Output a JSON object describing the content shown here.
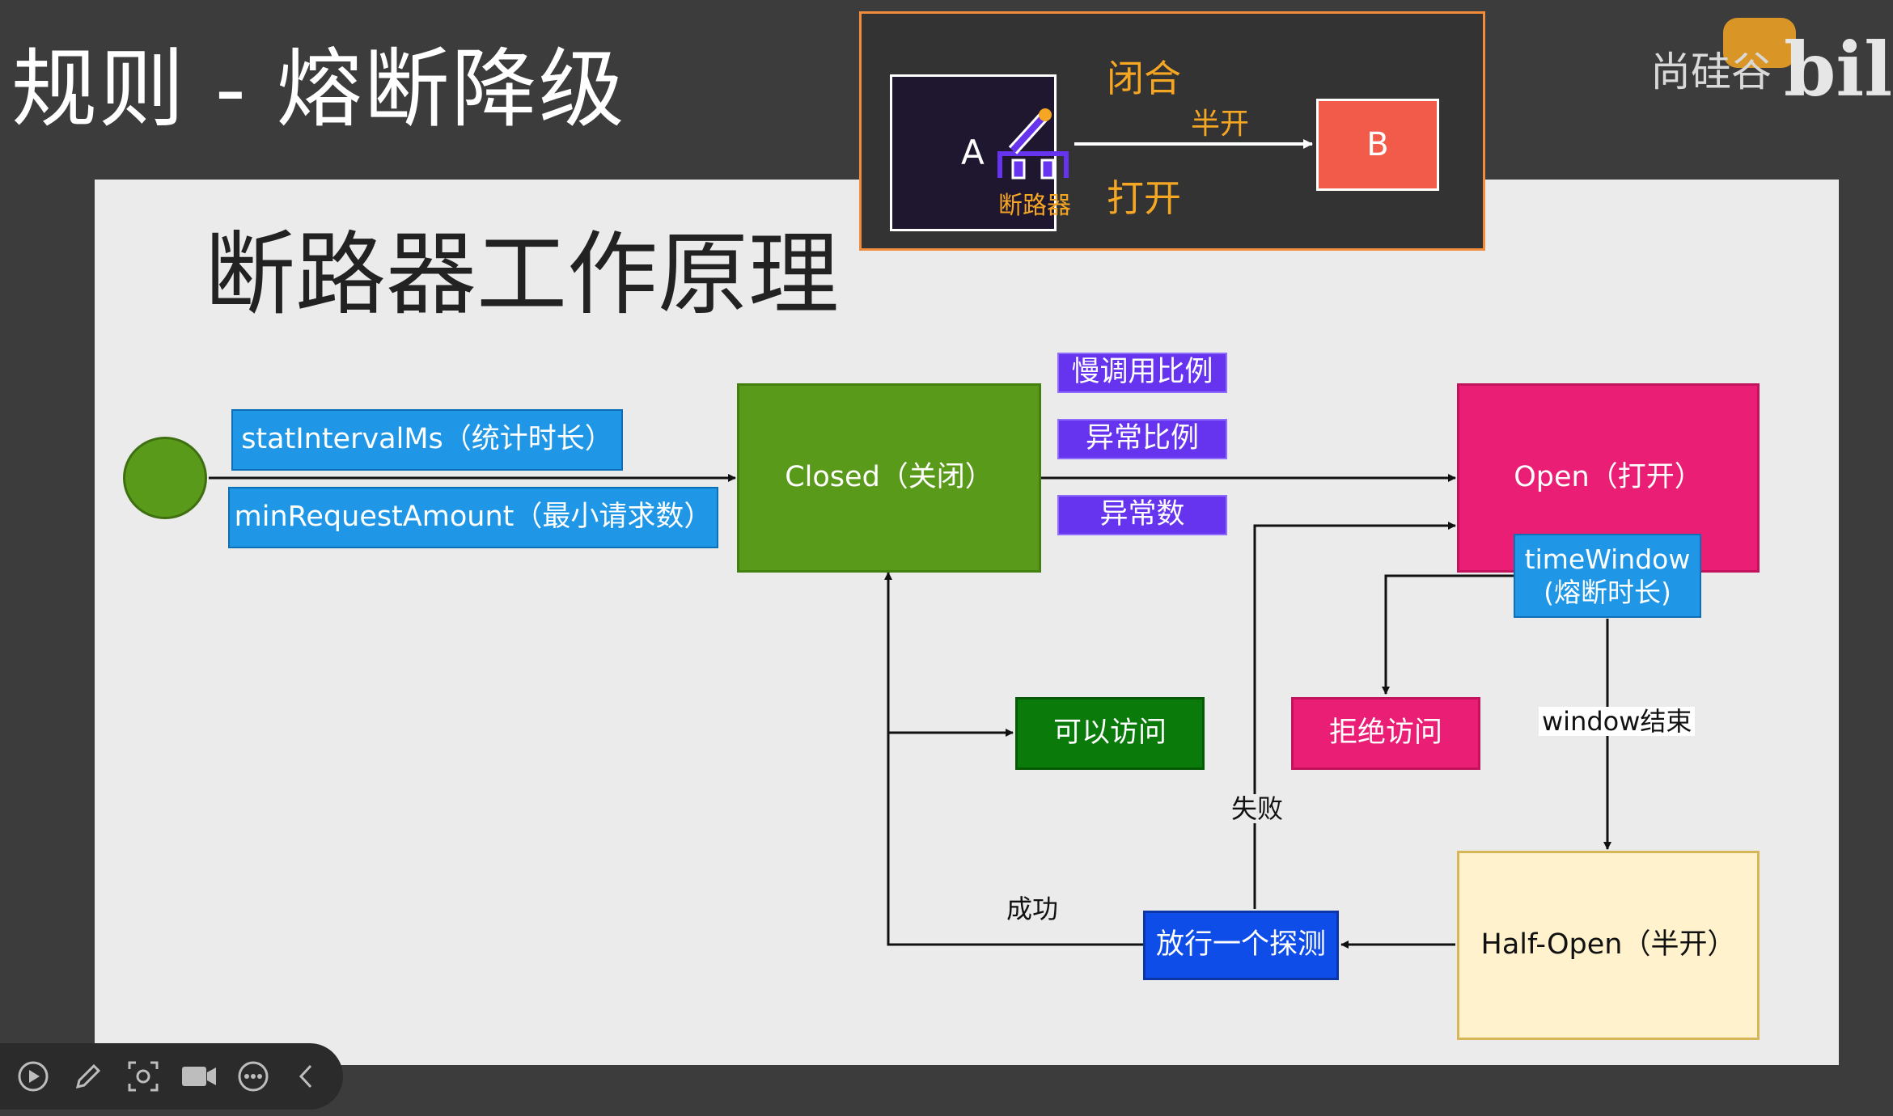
{
  "slide": {
    "title": "规则 - 熔断降级",
    "brand": "尚硅谷"
  },
  "diagram": {
    "title": "断路器工作原理",
    "params": {
      "stat_interval": "statIntervalMs（统计时长）",
      "min_request": "minRequestAmount（最小请求数）"
    },
    "states": {
      "closed": "Closed（关闭）",
      "open": "Open（打开）",
      "half_open": "Half-Open（半开）"
    },
    "conditions": [
      "慢调用比例",
      "异常比例",
      "异常数"
    ],
    "time_window": {
      "line1": "timeWindow",
      "line2": "(熔断时长)"
    },
    "outcomes": {
      "allow": "可以访问",
      "reject": "拒绝访问",
      "probe": "放行一个探测"
    },
    "edge_labels": {
      "window_end": "window结束",
      "fail": "失败",
      "success": "成功"
    }
  },
  "inset": {
    "a": "A",
    "b": "B",
    "breaker": "断路器",
    "closed": "闭合",
    "half": "半开",
    "open": "打开"
  },
  "colors": {
    "start": "#5a9a1a",
    "closed": "#5a9a1a",
    "open": "#e91e74",
    "half_open": "#fff2cc",
    "condition": "#6633ee",
    "param": "#1f96e6",
    "allow": "#0a7a0a",
    "probe": "#0f4de8"
  },
  "toolbar": {
    "icons": [
      "play-icon",
      "pen-icon",
      "screenshot-icon",
      "camera-icon",
      "more-icon",
      "collapse-icon"
    ]
  }
}
